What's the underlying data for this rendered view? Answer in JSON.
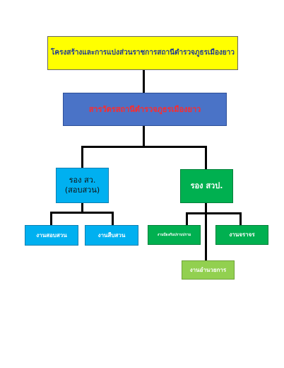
{
  "title": "โครงสร้างและการแบ่งส่วนราชการสถานีตำรวจภูธรเมืองยาว",
  "commander": "สารวัตรสถานีตำรวจภูธรเมืองยาว",
  "deputy_investigation": {
    "line1": "รอง สว.",
    "line2": "(สอบสวน)"
  },
  "deputy_suppression": "รอง สวป.",
  "units": {
    "investigation": "งานสอบสวน",
    "inquiry": "งานสืบสวน",
    "prevention": "งานป้องกันปราบปราม",
    "traffic": "งานจราจร",
    "administration": "งานอำนวยการ"
  },
  "colors": {
    "title_bg": "#ffff00",
    "commander_bg": "#4a73c7",
    "investigation_bg": "#00b0f0",
    "suppression_bg": "#00b050",
    "administration_bg": "#92d050"
  }
}
